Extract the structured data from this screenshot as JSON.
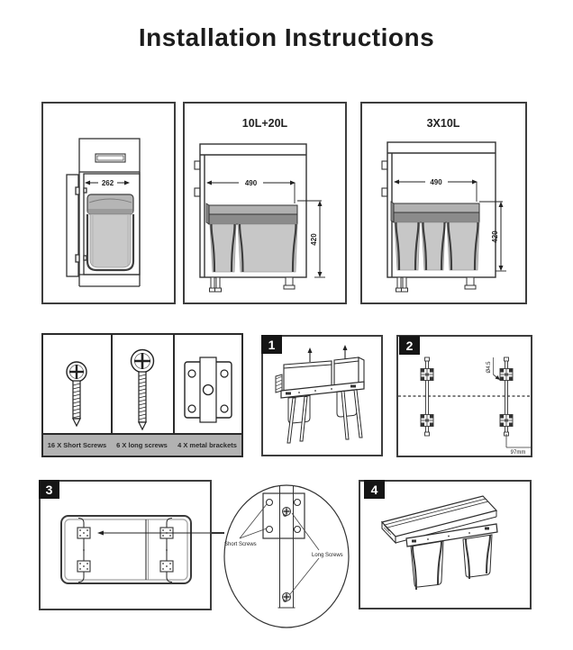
{
  "title": "Installation Instructions",
  "colors": {
    "line": "#333333",
    "bin_fill": "#c7c7c7",
    "lid_dark": "#8b8b8b",
    "lid_light": "#b0b0b0",
    "label_strip_bg": "#b2b2b2",
    "badge_bg": "#151515",
    "badge_text": "#ffffff"
  },
  "top_row": {
    "single_bin": {
      "width_dim": "262"
    },
    "double_bin": {
      "title": "10L+20L",
      "width_dim": "490",
      "height_dim": "420"
    },
    "triple_bin": {
      "title": "3X10L",
      "width_dim": "490",
      "height_dim": "420"
    }
  },
  "parts": {
    "items": [
      {
        "label": "16 X Short Screws"
      },
      {
        "label": "6 X long screws"
      },
      {
        "label": "4 X metal brackets"
      }
    ]
  },
  "steps": {
    "one": {
      "number": "1"
    },
    "two": {
      "number": "2",
      "hole_label": "Ø4.5",
      "offset_label": "97mm"
    },
    "three": {
      "number": "3"
    },
    "four": {
      "number": "4"
    }
  },
  "detail_view": {
    "short_label": "Short Screws",
    "long_label": "Long Screws"
  }
}
